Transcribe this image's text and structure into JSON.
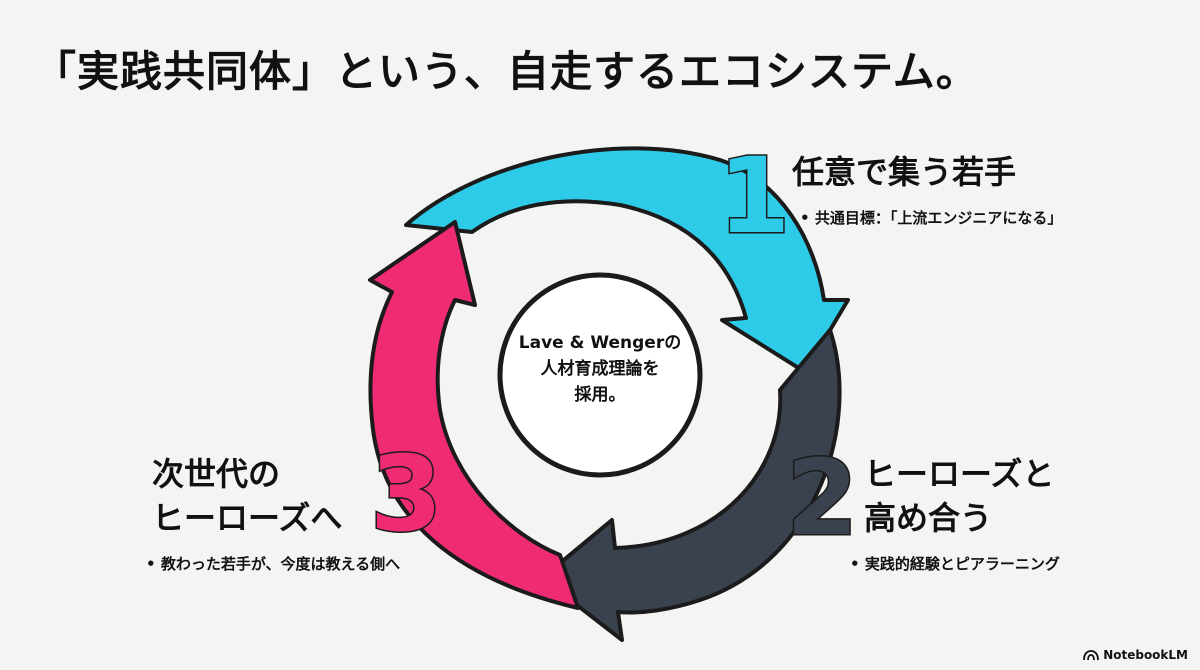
{
  "title": "「実践共同体」という、自走するエコシステム。",
  "center": {
    "line1": "Lave & Wengerの",
    "line2": "人材育成理論を",
    "line3": "採用。"
  },
  "steps": [
    {
      "number": "1",
      "title_lines": [
        "任意で集う若手"
      ],
      "bullet": "共通目標：「上流エンジニアになる」",
      "color": "#2ecbe8"
    },
    {
      "number": "2",
      "title_lines": [
        "ヒーローズと",
        "高め合う"
      ],
      "bullet": "実践的経験とピアラーニング",
      "color": "#3a424f"
    },
    {
      "number": "3",
      "title_lines": [
        "次世代の",
        "ヒーローズへ"
      ],
      "bullet": "教わった若手が、今度は教える側へ",
      "color": "#ef2b74"
    }
  ],
  "footer": {
    "brand": "NotebookLM"
  },
  "colors": {
    "background": "#f4f4f2",
    "outline": "#1b1b1b"
  }
}
